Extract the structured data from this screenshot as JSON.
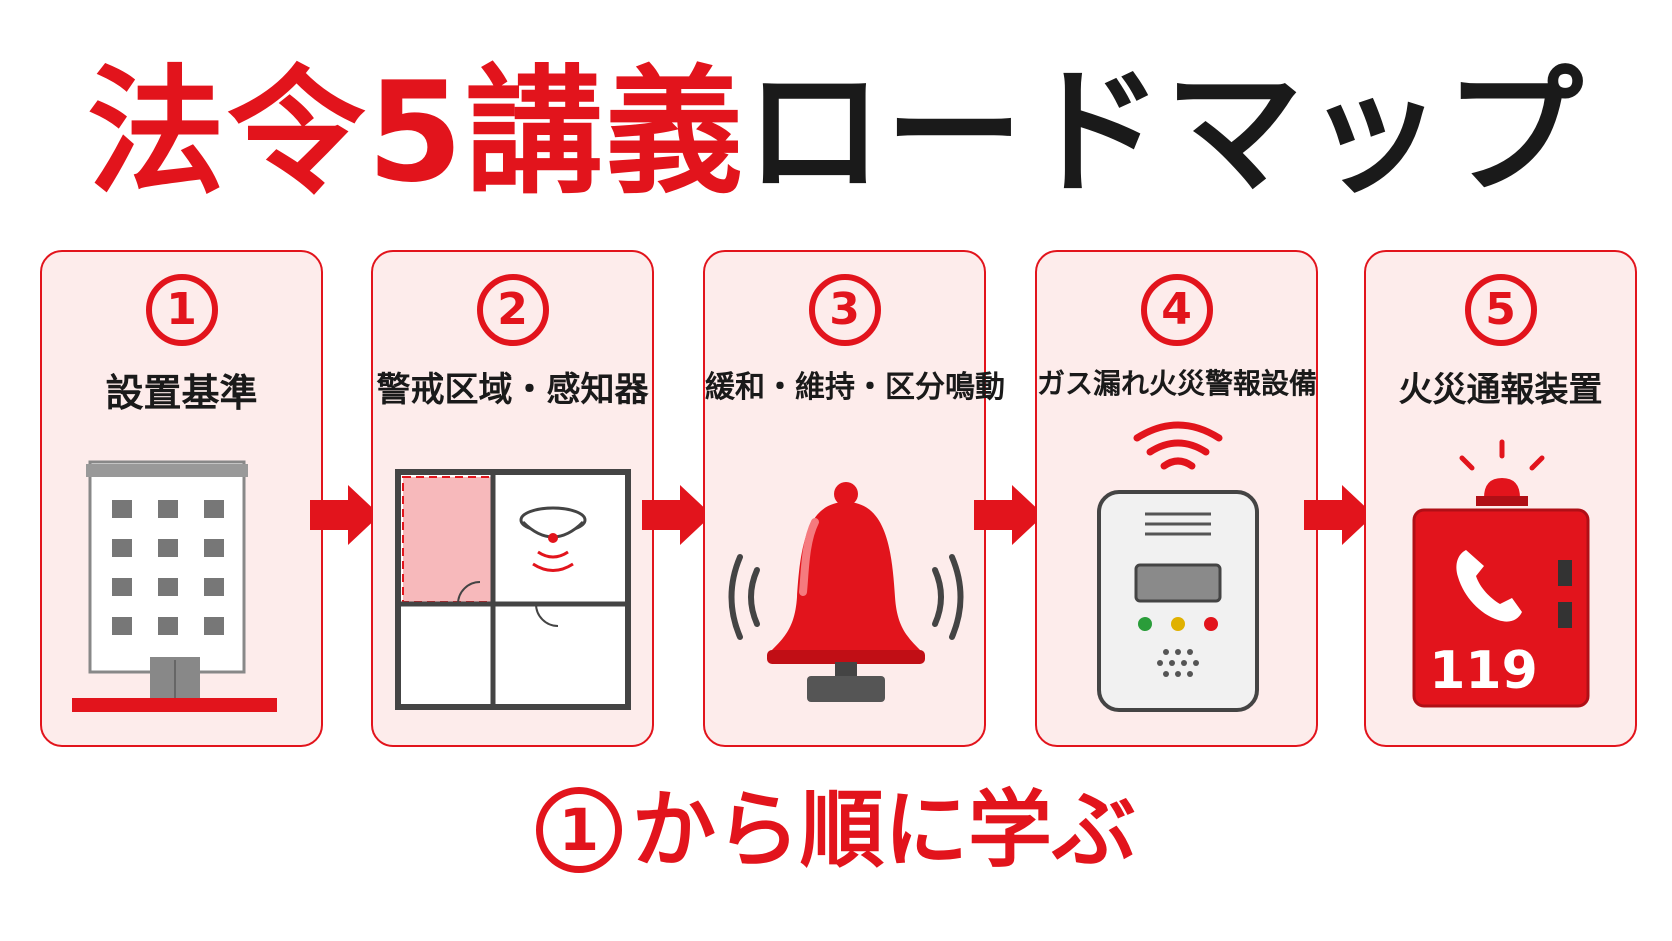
{
  "title": {
    "red_part": "法令5講義",
    "black_part": "ロードマップ"
  },
  "steps": [
    {
      "number": "1",
      "label": "設置基準"
    },
    {
      "number": "2",
      "label": "警戒区域・感知器"
    },
    {
      "number": "3",
      "label": "緩和・維持・区分鳴動"
    },
    {
      "number": "4",
      "label": "ガス漏れ火災警報設備"
    },
    {
      "number": "5",
      "label": "火災通報装置",
      "badge_text": "119"
    }
  ],
  "footer": {
    "circled_number": "1",
    "text": "から順に学ぶ"
  },
  "colors": {
    "accent": "#e2141c",
    "card_bg": "#fdeceb",
    "text": "#1a1a1a"
  },
  "icons": [
    "building-icon",
    "floor-plan-detector-icon",
    "alarm-bell-icon",
    "gas-leak-alarm-icon",
    "fire-report-device-icon"
  ]
}
